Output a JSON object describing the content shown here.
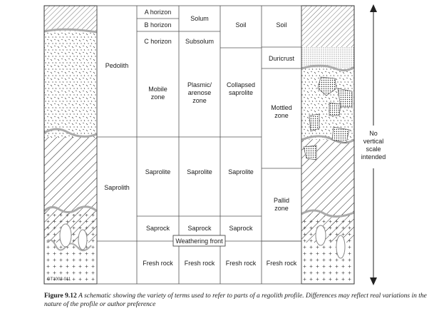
{
  "figure": {
    "label": "Figure 9.12",
    "caption": "A schematic showing the variety of terms used to refer to parts of a regolith profile. Differences may reflect real variations in the nature of the profile or author preference",
    "code": "GT1002-011"
  },
  "columns": {
    "col1": [
      "Pedolith",
      "Saprolith"
    ],
    "col2": [
      "A horizon",
      "B horizon",
      "C horizon",
      "Mobile zone",
      "Saprolite",
      "Saprock",
      "Fresh rock"
    ],
    "col3": [
      "Solum",
      "Subsolum",
      "Plasmic/ arenose zone",
      "Saprolite",
      "Saprock",
      "Fresh rock"
    ],
    "col4": [
      "Soil",
      "Collapsed saprolite",
      "Saprolite",
      "Saprock",
      "Fresh rock"
    ],
    "col5": [
      "Soil",
      "Duricrust",
      "Mottled zone",
      "Pallid zone",
      "Fresh rock"
    ]
  },
  "weathering_front": "Weathering front",
  "scale_note": "No vertical scale intended"
}
